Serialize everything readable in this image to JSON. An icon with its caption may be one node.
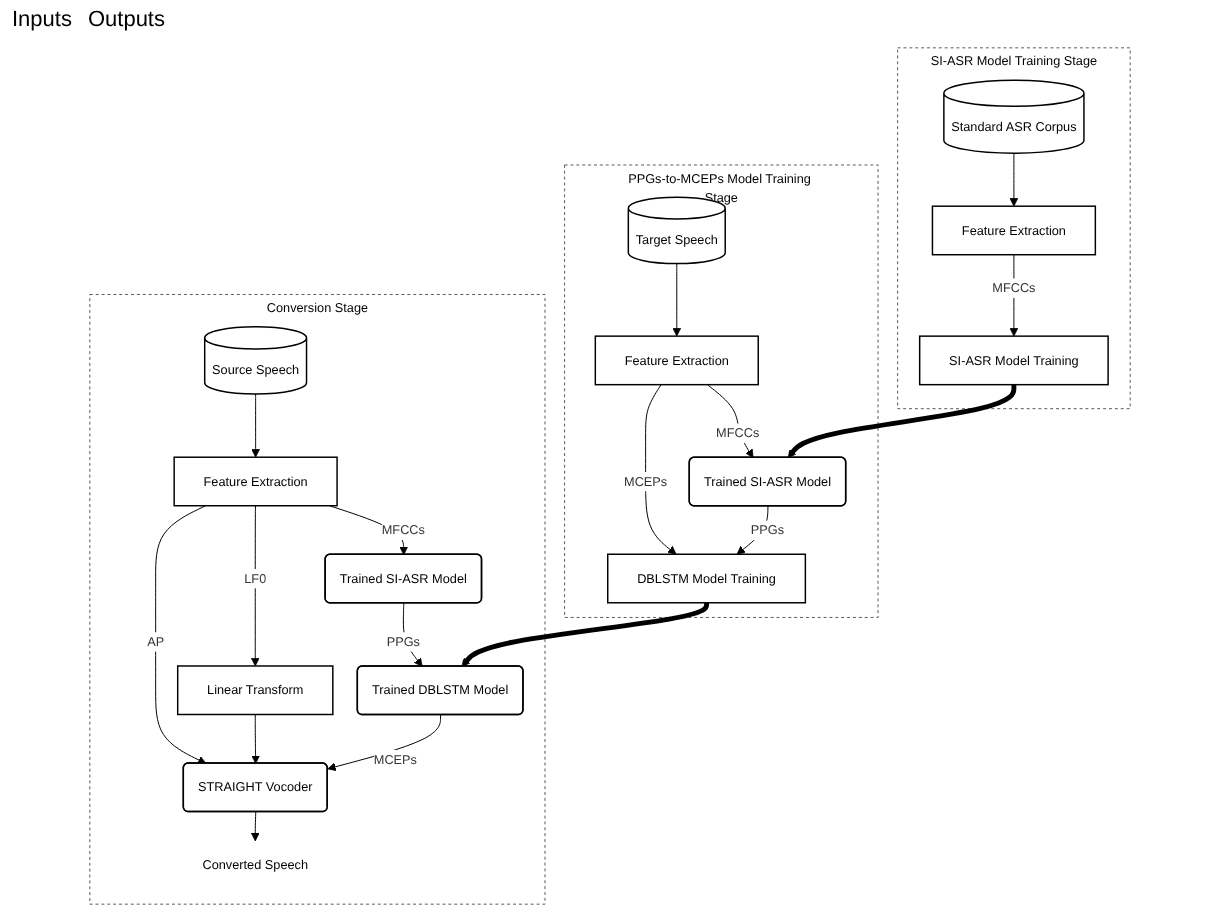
{
  "diagram": {
    "nodes": [
      {
        "text": [
          "SI-ASR Model Training Stage"
        ]
      },
      {
        "text": [
          "Standard ASR Corpus"
        ],
        "in": 0
      },
      {
        "text": [
          "Feature Extraction"
        ],
        "in": 0
      },
      {
        "text": [
          "SI-ASR Model Training"
        ],
        "in": 0
      },
      {
        "text": [
          "PPGs-to-MCEPs Model Training Stage"
        ]
      },
      {
        "text": [
          "Target Speech"
        ],
        "in": 4
      },
      {
        "text": [
          "Feature Extraction"
        ],
        "in": 4
      },
      {
        "text": [
          "Trained SI-ASR Model"
        ],
        "in": 4
      },
      {
        "text": [
          "DBLSTM Model Training"
        ],
        "in": 4
      },
      {
        "text": [
          "Conversion Stage"
        ]
      },
      {
        "text": [
          "Source Speech"
        ],
        "in": 9
      },
      {
        "text": [
          "Feature Extraction"
        ],
        "in": 9
      },
      {
        "text": [
          "Trained SI-ASR Model"
        ],
        "in": 9
      },
      {
        "text": [
          "Trained DBLSTM Model"
        ],
        "in": 9
      },
      {
        "text": [
          "Linear Transform"
        ],
        "in": 9
      },
      {
        "text": [
          "STRAIGHT Vocoder"
        ],
        "in": 9
      },
      {
        "text": [
          "Converted Speech"
        ],
        "in": 9
      }
    ],
    "edges": [
      {
        "from": 1,
        "to": 2,
        "arrow": "to"
      },
      {
        "from": 2,
        "to": 3,
        "arrow": "to",
        "label": "MFCCs"
      },
      {
        "from": 3,
        "to": 7,
        "arrow": "to",
        "style": "thick"
      },
      {
        "from": 5,
        "to": 6,
        "arrow": "to"
      },
      {
        "from": 6,
        "to": 7,
        "arrow": "to",
        "label": "MFCCs"
      },
      {
        "from": 6,
        "to": 8,
        "arrow": "to",
        "label": "MCEPs"
      },
      {
        "from": 7,
        "to": 8,
        "arrow": "to",
        "label": "PPGs"
      },
      {
        "from": 8,
        "to": 13,
        "arrow": "to",
        "style": "thick"
      },
      {
        "from": 10,
        "to": 11,
        "arrow": "to"
      },
      {
        "from": 11,
        "to": 12,
        "arrow": "to",
        "label": "MFCCs"
      },
      {
        "from": 12,
        "to": 13,
        "arrow": "to",
        "label": "PPGs"
      },
      {
        "from": 13,
        "to": 15,
        "arrow": "to",
        "label": "MCEPs"
      },
      {
        "from": 11,
        "to": 14,
        "arrow": "to",
        "label": "LF0"
      },
      {
        "from": 11,
        "to": 15,
        "arrow": "to",
        "label": "AP"
      },
      {
        "from": 14,
        "to": 15,
        "arrow": "to"
      },
      {
        "from": 15,
        "to": 16,
        "arrow": "to"
      }
    ],
    "labels": [
      "Inputs",
      "Outputs"
    ]
  }
}
